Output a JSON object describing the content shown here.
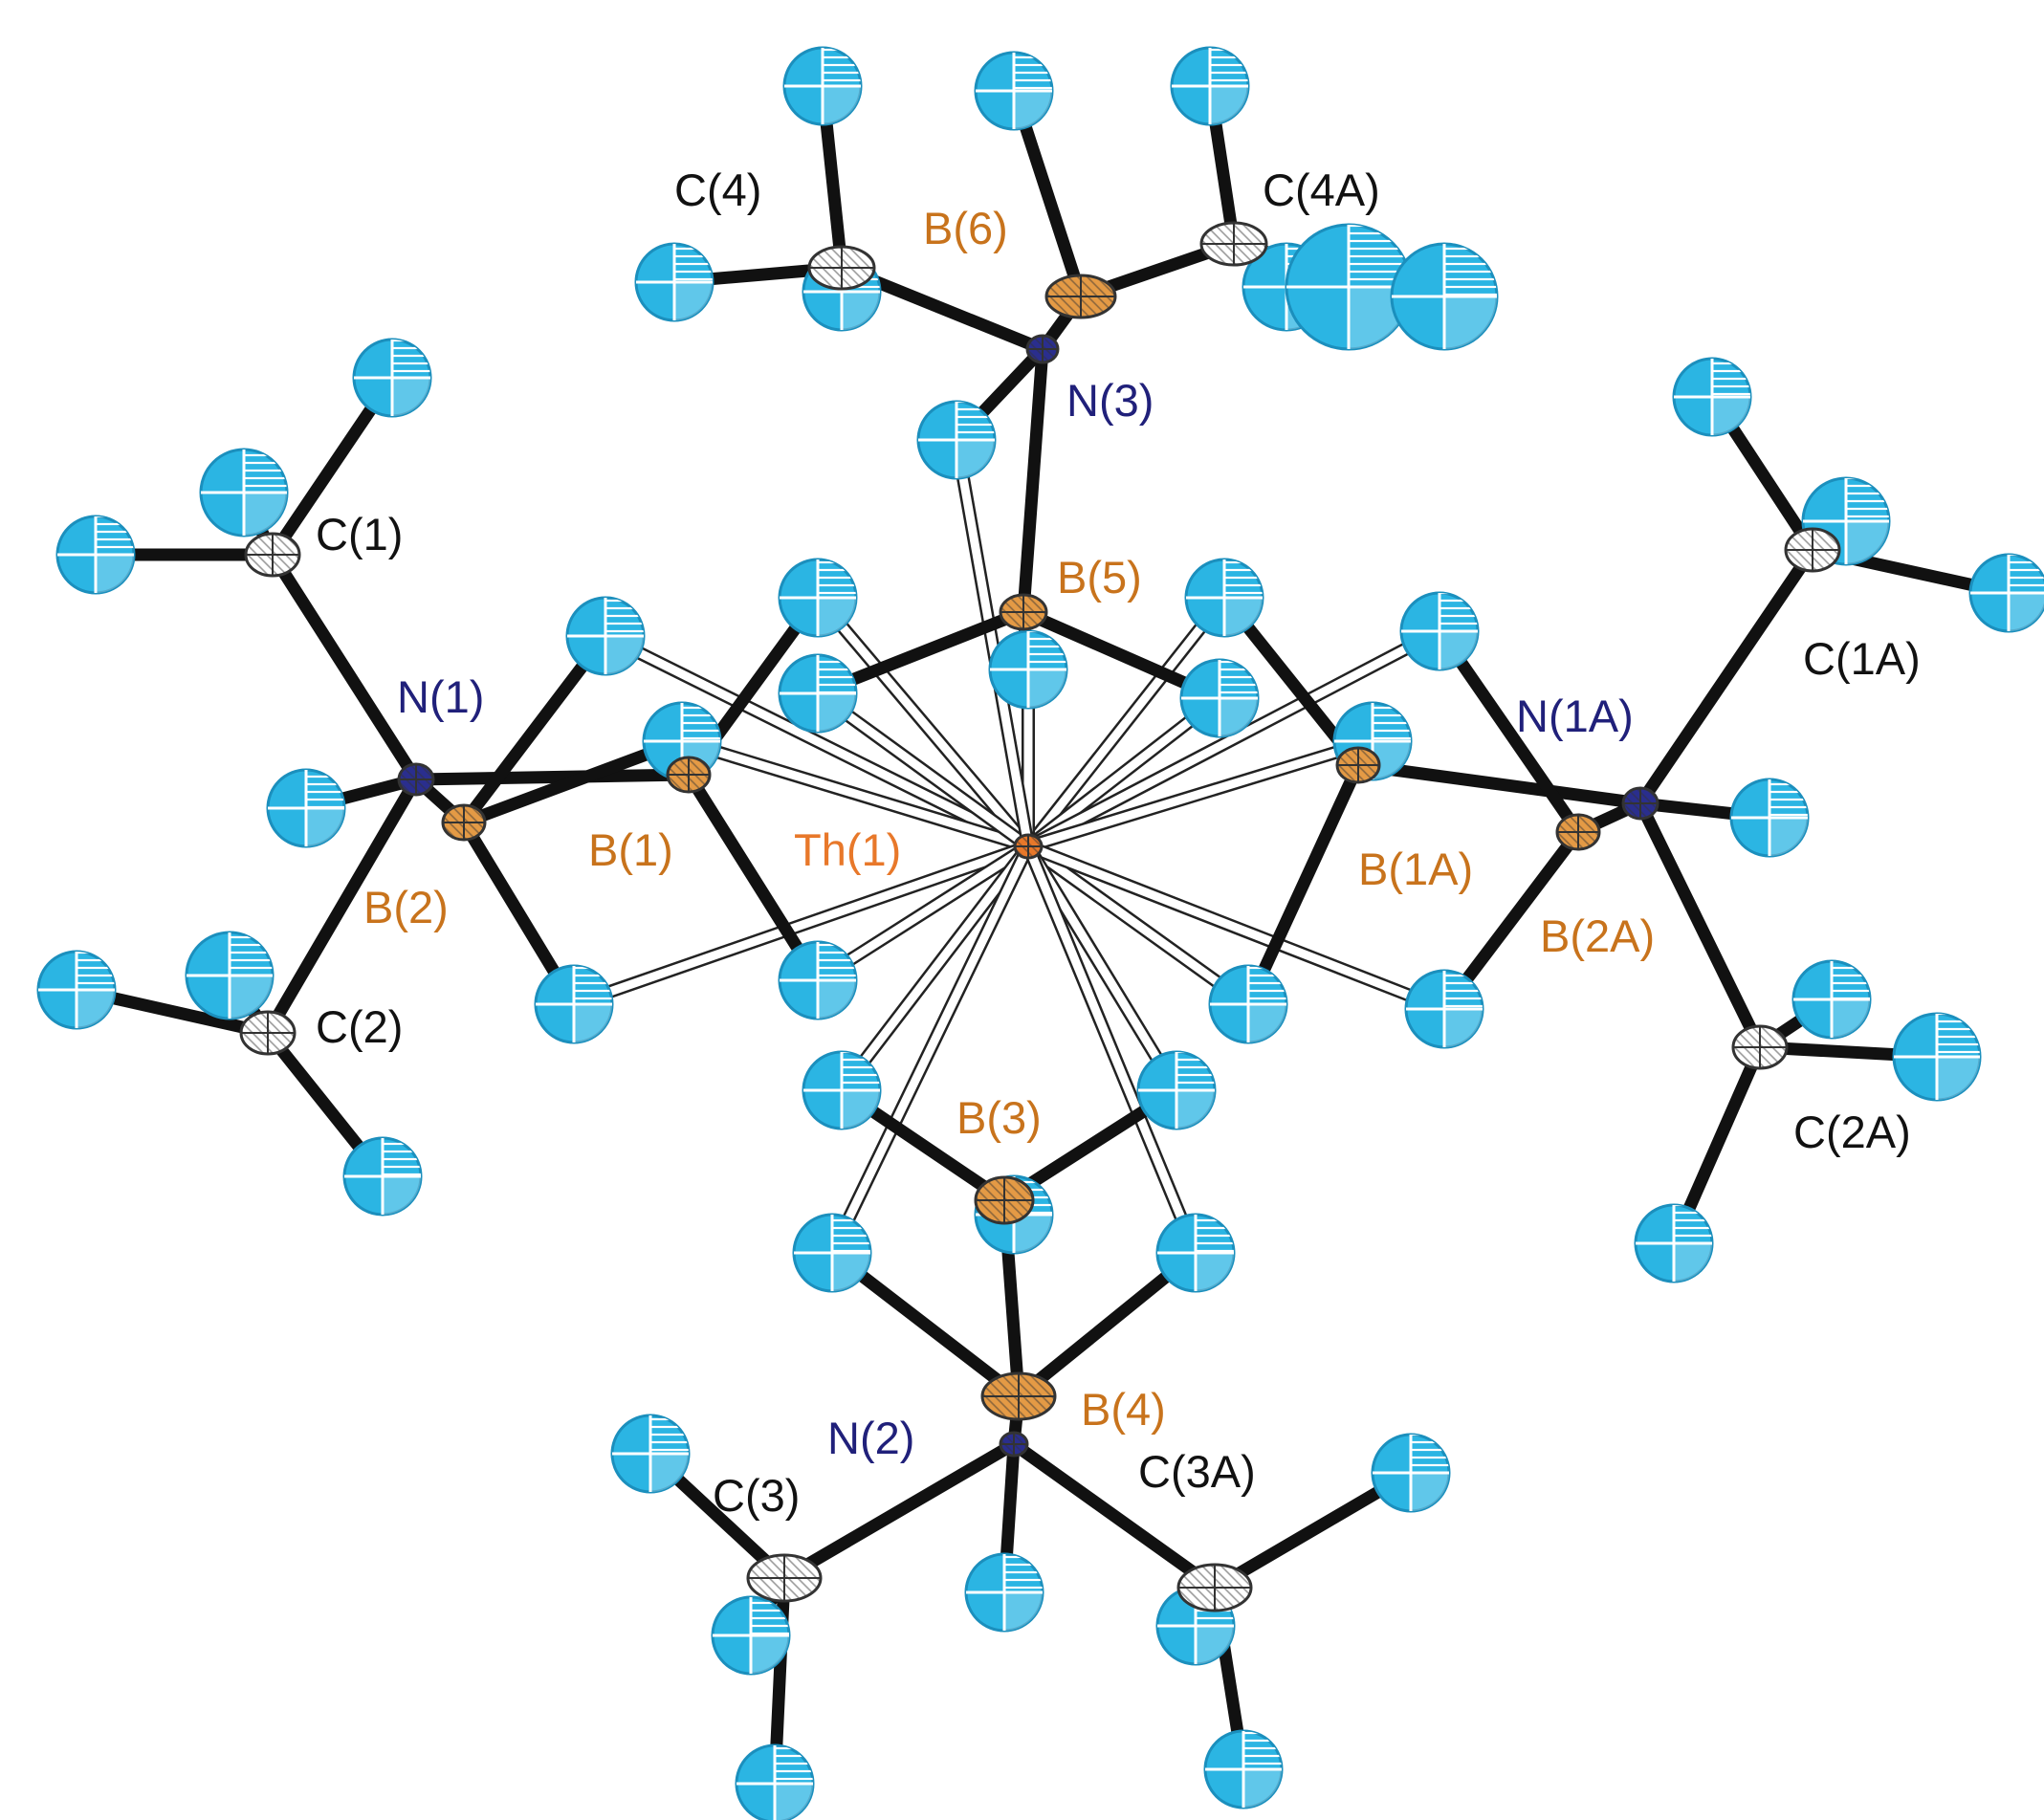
{
  "colors": {
    "hydrogen": "#2bb5e3",
    "boron": "#e49a45",
    "nitrogen": "#2a2e8e",
    "carbon": "#ffffff",
    "thorium": "#e8782a",
    "label_black": "#111111",
    "label_boron": "#c8731c",
    "label_nitrogen": "#20207a"
  },
  "labels": {
    "C4": "C(4)",
    "B6": "B(6)",
    "C4A": "C(4A)",
    "N3": "N(3)",
    "C1": "C(1)",
    "B5": "B(5)",
    "C1A": "C(1A)",
    "N1": "N(1)",
    "N1A": "N(1A)",
    "B1": "B(1)",
    "Th1": "Th(1)",
    "B2": "B(2)",
    "B1A": "B(1A)",
    "B2A": "B(2A)",
    "C2": "C(2)",
    "B3": "B(3)",
    "C2A": "C(2A)",
    "B4": "B(4)",
    "N2": "N(2)",
    "C3": "C(3)",
    "C3A": "C(3A)"
  }
}
